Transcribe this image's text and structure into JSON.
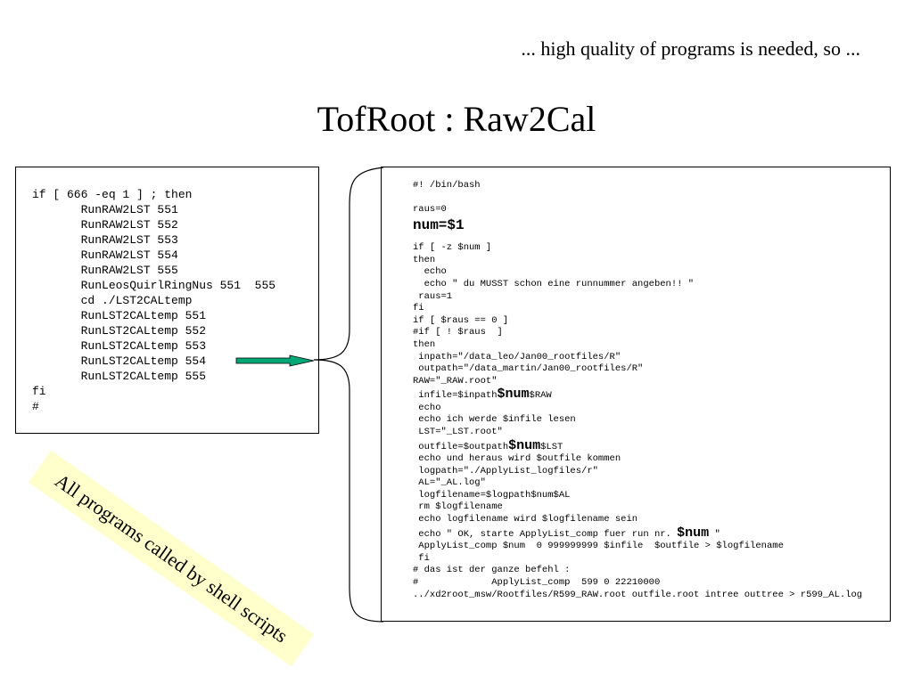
{
  "header_note": "... high quality of programs is needed, so ...",
  "title": "TofRoot : Raw2Cal",
  "left_script": {
    "lines": [
      "if [ 666 -eq 1 ] ; then",
      "       RunRAW2LST 551",
      "       RunRAW2LST 552",
      "       RunRAW2LST 553",
      "       RunRAW2LST 554",
      "       RunRAW2LST 555",
      "       RunLeosQuirlRingNus 551  555",
      "       cd ./LST2CALtemp",
      "       RunLST2CALtemp 551",
      "       RunLST2CALtemp 552",
      "       RunLST2CALtemp 553",
      "       RunLST2CALtemp 554",
      "       RunLST2CALtemp 555",
      "fi",
      "#"
    ]
  },
  "right_script": {
    "shebang": "#! /bin/bash",
    "raus": "raus=0",
    "num_assign": "num=$1",
    "lines_a": [
      "if [ -z $num ]",
      "then",
      "  echo",
      "  echo \" du MUSST schon eine runnummer angeben!! \"",
      " raus=1",
      "fi",
      "if [ $raus == 0 ]",
      "#if [ ! $raus  ]",
      "then",
      " inpath=\"/data_leo/Jan00_rootfiles/R\"",
      " outpath=\"/data_martin/Jan00_rootfiles/R\"",
      "RAW=\"_RAW.root\""
    ],
    "infile": {
      "pre": " infile=$inpath",
      "num": "$num",
      "post": "$RAW"
    },
    "lines_b": [
      " echo",
      " echo ich werde $infile lesen",
      " LST=\"_LST.root\""
    ],
    "outfile": {
      "pre": " outfile=$outpath",
      "num": "$num",
      "post": "$LST"
    },
    "lines_c": [
      " echo und heraus wird $outfile kommen",
      " logpath=\"./ApplyList_logfiles/r\"",
      " AL=\"_AL.log\"",
      " logfilename=$logpath$num$AL",
      " rm $logfilename",
      " echo logfilename wird $logfilename sein"
    ],
    "echo_ok": {
      "pre": " echo \" OK, starte ApplyList_comp fuer run nr. ",
      "num": "$num",
      "post": " \""
    },
    "lines_d": [
      " ApplyList_comp $num  0 999999999 $infile  $outfile > $logfilename",
      " fi",
      "# das ist der ganze befehl :",
      "#             ApplyList_comp  599 0 22210000",
      "../xd2root_msw/Rootfiles/R599_RAW.root outfile.root intree outtree > r599_AL.log"
    ]
  },
  "sticky_note": "All programs called by shell scripts",
  "colors": {
    "arrow_fill": "#00a878",
    "sticky_bg": "#ffffcc"
  }
}
